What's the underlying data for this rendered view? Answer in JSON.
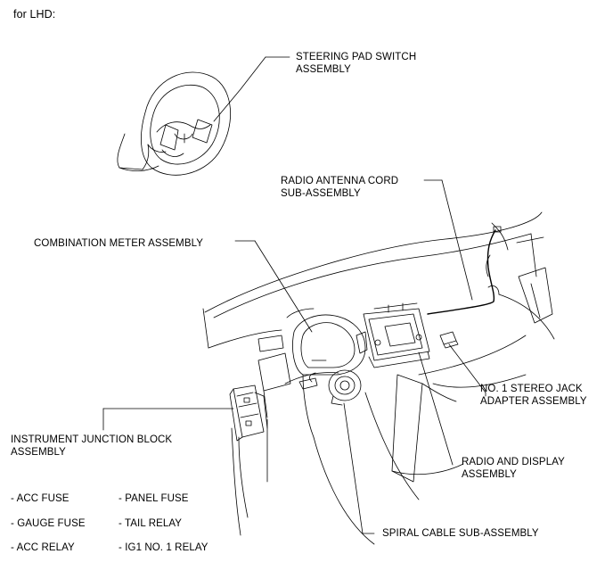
{
  "header": {
    "variant": "for LHD:"
  },
  "labels": {
    "steering_pad_switch": [
      "STEERING PAD SWITCH",
      "ASSEMBLY"
    ],
    "radio_antenna_cord": [
      "RADIO ANTENNA CORD",
      "SUB-ASSEMBLY"
    ],
    "combination_meter": [
      "COMBINATION METER ASSEMBLY"
    ],
    "stereo_jack_adapter": [
      "NO. 1 STEREO JACK",
      "ADAPTER ASSEMBLY"
    ],
    "instrument_junction_block": [
      "INSTRUMENT JUNCTION BLOCK",
      "ASSEMBLY"
    ],
    "radio_and_display": [
      "RADIO AND DISPLAY",
      "ASSEMBLY"
    ],
    "spiral_cable": [
      "SPIRAL CABLE SUB-ASSEMBLY"
    ]
  },
  "junction_block_parts": {
    "left": [
      "- ACC FUSE",
      "- GAUGE FUSE",
      "- ACC RELAY"
    ],
    "right": [
      "- PANEL FUSE",
      "- TAIL RELAY",
      "- IG1 NO. 1 RELAY"
    ]
  }
}
